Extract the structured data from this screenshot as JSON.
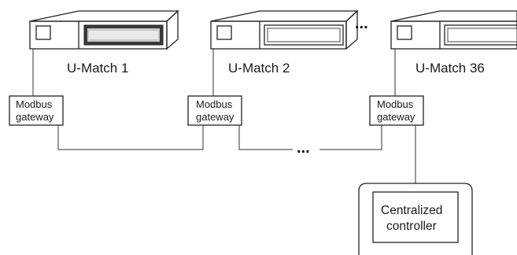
{
  "units": [
    {
      "label": "U-Match 1"
    },
    {
      "label": "U-Match 2"
    },
    {
      "label": "U-Match 36"
    }
  ],
  "gateways": [
    {
      "line1": "Modbus",
      "line2": "gateway"
    },
    {
      "line1": "Modbus",
      "line2": "gateway"
    },
    {
      "line1": "Modbus",
      "line2": "gateway"
    }
  ],
  "controller": {
    "line1": "Centralized",
    "line2": "controller"
  },
  "ellipsis": "..."
}
